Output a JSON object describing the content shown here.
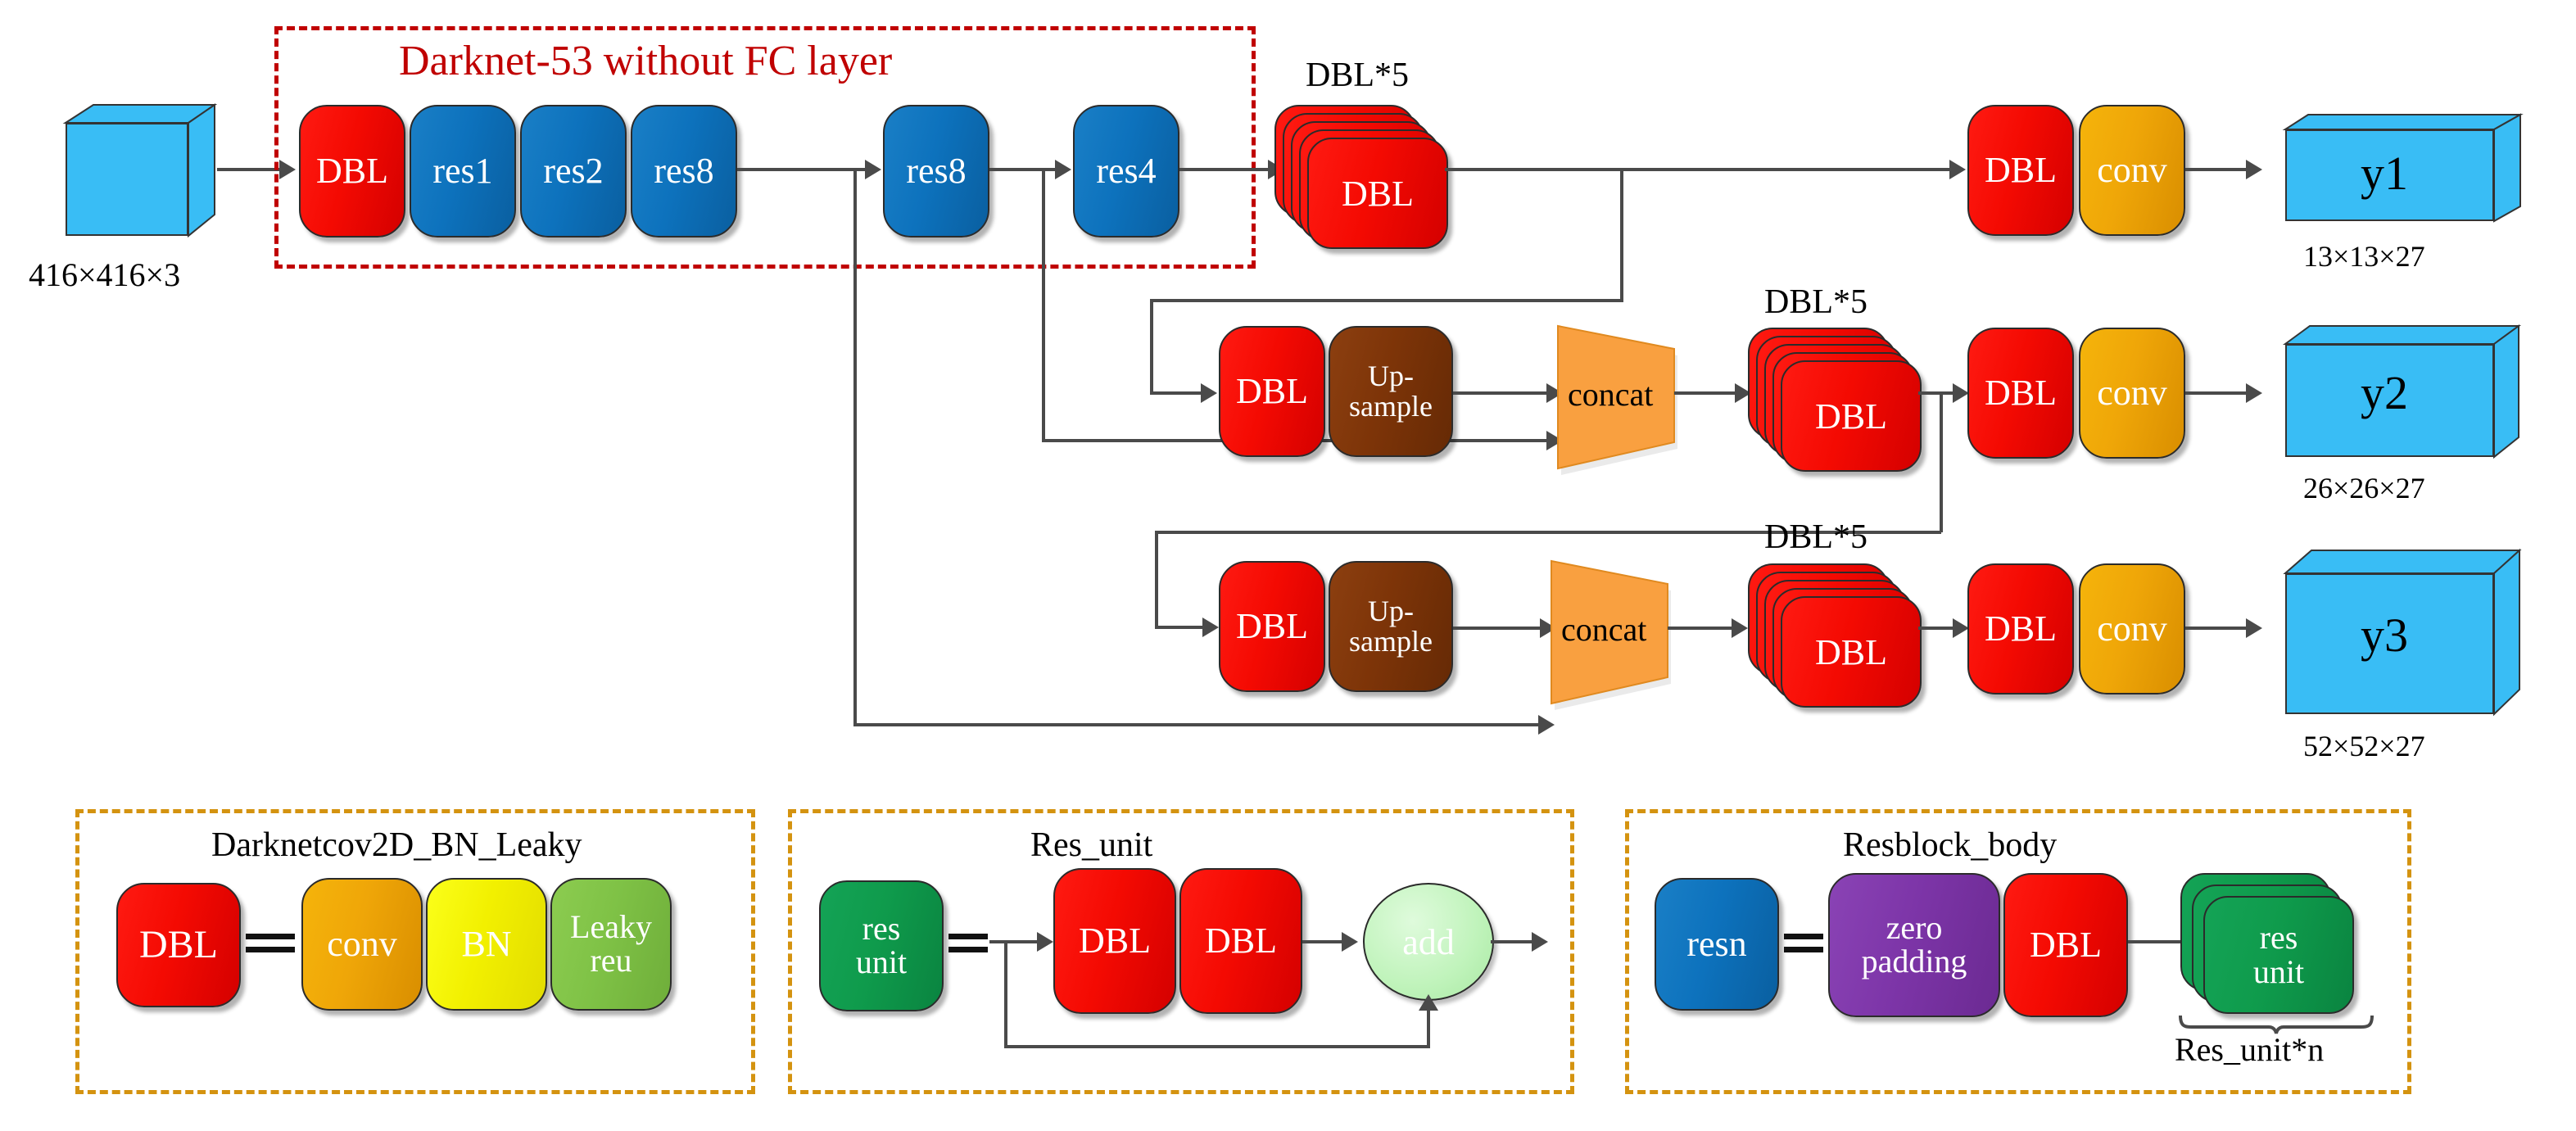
{
  "diagram": {
    "title": "YOLOv3 network architecture",
    "input": {
      "label": "",
      "caption": "416×416×3"
    },
    "backbone": {
      "box_label": "Darknet-53 without FC layer",
      "blocks": [
        {
          "label": "DBL",
          "color": "#f40a02"
        },
        {
          "label": "res1",
          "color": "#0d72bd"
        },
        {
          "label": "res2",
          "color": "#0d72bd"
        },
        {
          "label": "res8",
          "color": "#0d72bd"
        },
        {
          "label": "res8",
          "color": "#0d72bd"
        },
        {
          "label": "res4",
          "color": "#0d72bd"
        }
      ]
    },
    "branches": [
      {
        "id": "y1",
        "dbl5_label": "DBL*5",
        "dbl5_block": "DBL",
        "head": [
          {
            "label": "DBL",
            "color": "#f40a02"
          },
          {
            "label": "conv",
            "color": "#efa608"
          }
        ],
        "output": "y1",
        "output_shape": "13×13×27"
      },
      {
        "id": "y2",
        "pre": [
          {
            "label": "DBL",
            "color": "#f40a02"
          },
          {
            "label": "Up-\nsample",
            "color": "#7d3408"
          }
        ],
        "concat": "concat",
        "dbl5_label": "DBL*5",
        "dbl5_block": "DBL",
        "head": [
          {
            "label": "DBL",
            "color": "#f40a02"
          },
          {
            "label": "conv",
            "color": "#efa608"
          }
        ],
        "output": "y2",
        "output_shape": "26×26×27"
      },
      {
        "id": "y3",
        "pre": [
          {
            "label": "DBL",
            "color": "#f40a02"
          },
          {
            "label": "Up-\nsample",
            "color": "#7d3408"
          }
        ],
        "concat": "concat",
        "dbl5_label": "DBL*5",
        "dbl5_block": "DBL",
        "head": [
          {
            "label": "DBL",
            "color": "#f40a02"
          },
          {
            "label": "conv",
            "color": "#efa608"
          }
        ],
        "output": "y3",
        "output_shape": "52×52×27"
      }
    ],
    "legends": [
      {
        "id": "dbl",
        "title": "Darknetcov2D_BN_Leaky",
        "lhs": "DBL",
        "rhs": [
          {
            "label": "conv",
            "color": "#efa608"
          },
          {
            "label": "BN",
            "color": "#f2f000"
          },
          {
            "label": "Leaky\nreu",
            "color": "#7fc246"
          }
        ]
      },
      {
        "id": "res_unit",
        "title": "Res_unit",
        "lhs": "res\nunit",
        "rhs": [
          {
            "label": "DBL",
            "color": "#f40a02"
          },
          {
            "label": "DBL",
            "color": "#f40a02"
          }
        ],
        "add": "add"
      },
      {
        "id": "resblock_body",
        "title": "Resblock_body",
        "lhs": "resn",
        "rhs": [
          {
            "label": "zero\npadding",
            "color": "#7d35a8"
          },
          {
            "label": "DBL",
            "color": "#f40a02"
          }
        ],
        "stack": "res\nunit",
        "brace_label": "Res_unit*n"
      }
    ],
    "colors": {
      "red": "#f40a02",
      "blue": "#0d72bd",
      "gold": "#efa608",
      "brown": "#7d3408",
      "purple": "#7d35a8",
      "green": "#0f9b4c",
      "light_green": "#bff3ba",
      "yellow": "#f2f000",
      "leaky_green": "#7fc246",
      "cyan": "#39bdf5",
      "orange_concat": "#f9a040",
      "dash_red": "#c00000",
      "dash_gold": "#d49310",
      "line": "#4a4a4a"
    }
  }
}
